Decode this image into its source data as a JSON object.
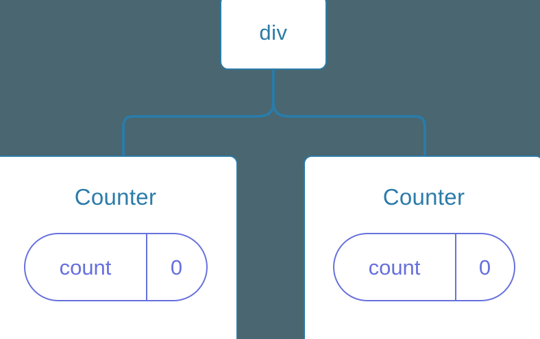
{
  "diagram": {
    "title": "React component tree",
    "background_color": "#4a6670",
    "node_border_color": "#2b7ba8",
    "node_text_color": "#2b7ba8",
    "state_color": "#6670dd",
    "connector_color": "#2b7ba8"
  },
  "root": {
    "label": "div"
  },
  "children": [
    {
      "label": "Counter",
      "state": {
        "key": "count",
        "value": "0"
      }
    },
    {
      "label": "Counter",
      "state": {
        "key": "count",
        "value": "0"
      }
    }
  ]
}
